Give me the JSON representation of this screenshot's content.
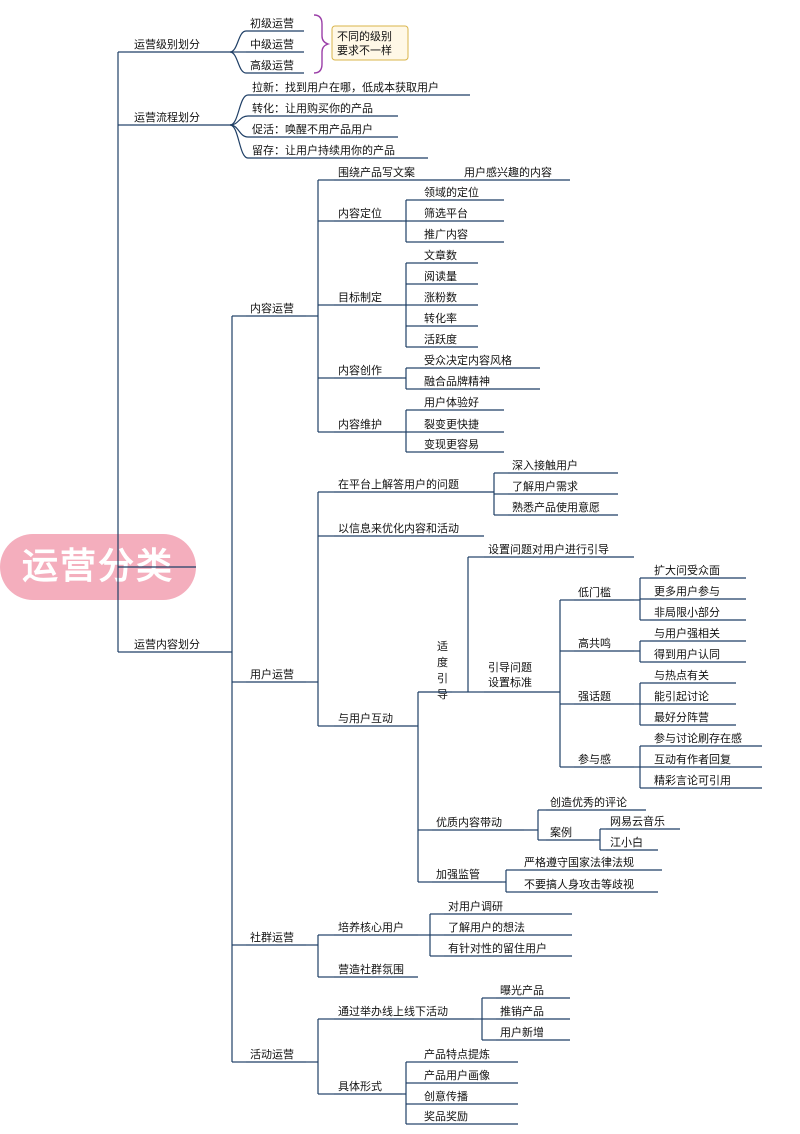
{
  "title": "运营分类",
  "colors": {
    "line": "#1f3f66",
    "brace": "#9b3fa8",
    "title_bg": "#f4aebd",
    "title_text": "#ffffff"
  },
  "branches": {
    "levels": {
      "label": "运营级别划分",
      "items": [
        "初级运营",
        "中级运营",
        "高级运营"
      ],
      "note": "不同的级别要求不一样"
    },
    "process": {
      "label": "运营流程划分",
      "items": [
        "拉新：找到用户在哪，低成本获取用户",
        "转化：让用购买你的产品",
        "促活：唤醒不用产品用户",
        "留存：让用户持续用你的产品"
      ]
    },
    "content_division": {
      "label": "运营内容划分"
    }
  },
  "content_ops": {
    "label": "内容运营",
    "write": {
      "label": "围绕产品写文案",
      "child": "用户感兴趣的内容"
    },
    "positioning": {
      "label": "内容定位",
      "items": [
        "领域的定位",
        "筛选平台",
        "推广内容"
      ]
    },
    "goals": {
      "label": "目标制定",
      "items": [
        "文章数",
        "阅读量",
        "涨粉数",
        "转化率",
        "活跃度"
      ]
    },
    "creation": {
      "label": "内容创作",
      "items": [
        "受众决定内容风格",
        "融合品牌精神"
      ]
    },
    "maintenance": {
      "label": "内容维护",
      "items": [
        "用户体验好",
        "裂变更快捷",
        "变现更容易"
      ]
    }
  },
  "user_ops": {
    "label": "用户运营",
    "answer": {
      "label": "在平台上解答用户的问题",
      "items": [
        "深入接触用户",
        "了解用户需求",
        "熟悉产品使用意愿"
      ]
    },
    "optimize": {
      "label": "以信息来优化内容和活动"
    },
    "interact": {
      "label": "与用户互动",
      "guide_label": "适度引导",
      "guide_question": "设置问题对用户进行引导",
      "standard": "引导问题设置标准",
      "groups": [
        {
          "label": "低门槛",
          "items": [
            "扩大问受众面",
            "更多用户参与",
            "非局限小部分"
          ]
        },
        {
          "label": "高共鸣",
          "items": [
            "与用户强相关",
            "得到用户认同"
          ]
        },
        {
          "label": "强话题",
          "items": [
            "与热点有关",
            "能引起讨论",
            "最好分阵营"
          ]
        },
        {
          "label": "参与感",
          "items": [
            "参与讨论刷存在感",
            "互动有作者回复",
            "精彩言论可引用"
          ]
        }
      ],
      "quality": {
        "label": "优质内容带动",
        "create": "创造优秀的评论",
        "case_label": "案例",
        "cases": [
          "网易云音乐",
          "江小白"
        ]
      },
      "supervision": {
        "label": "加强监管",
        "items": [
          "严格遵守国家法律法规",
          "不要搞人身攻击等歧视"
        ]
      }
    }
  },
  "community_ops": {
    "label": "社群运营",
    "core": {
      "label": "培养核心用户",
      "items": [
        "对用户调研",
        "了解用户的想法",
        "有针对性的留住用户"
      ]
    },
    "atmosphere": {
      "label": "营造社群氛围"
    }
  },
  "activity_ops": {
    "label": "活动运营",
    "offline": {
      "label": "通过举办线上线下活动",
      "items": [
        "曝光产品",
        "推销产品",
        "用户新增"
      ]
    },
    "forms": {
      "label": "具体形式",
      "items": [
        "产品特点提炼",
        "产品用户画像",
        "创意传播",
        "奖品奖励"
      ]
    }
  }
}
